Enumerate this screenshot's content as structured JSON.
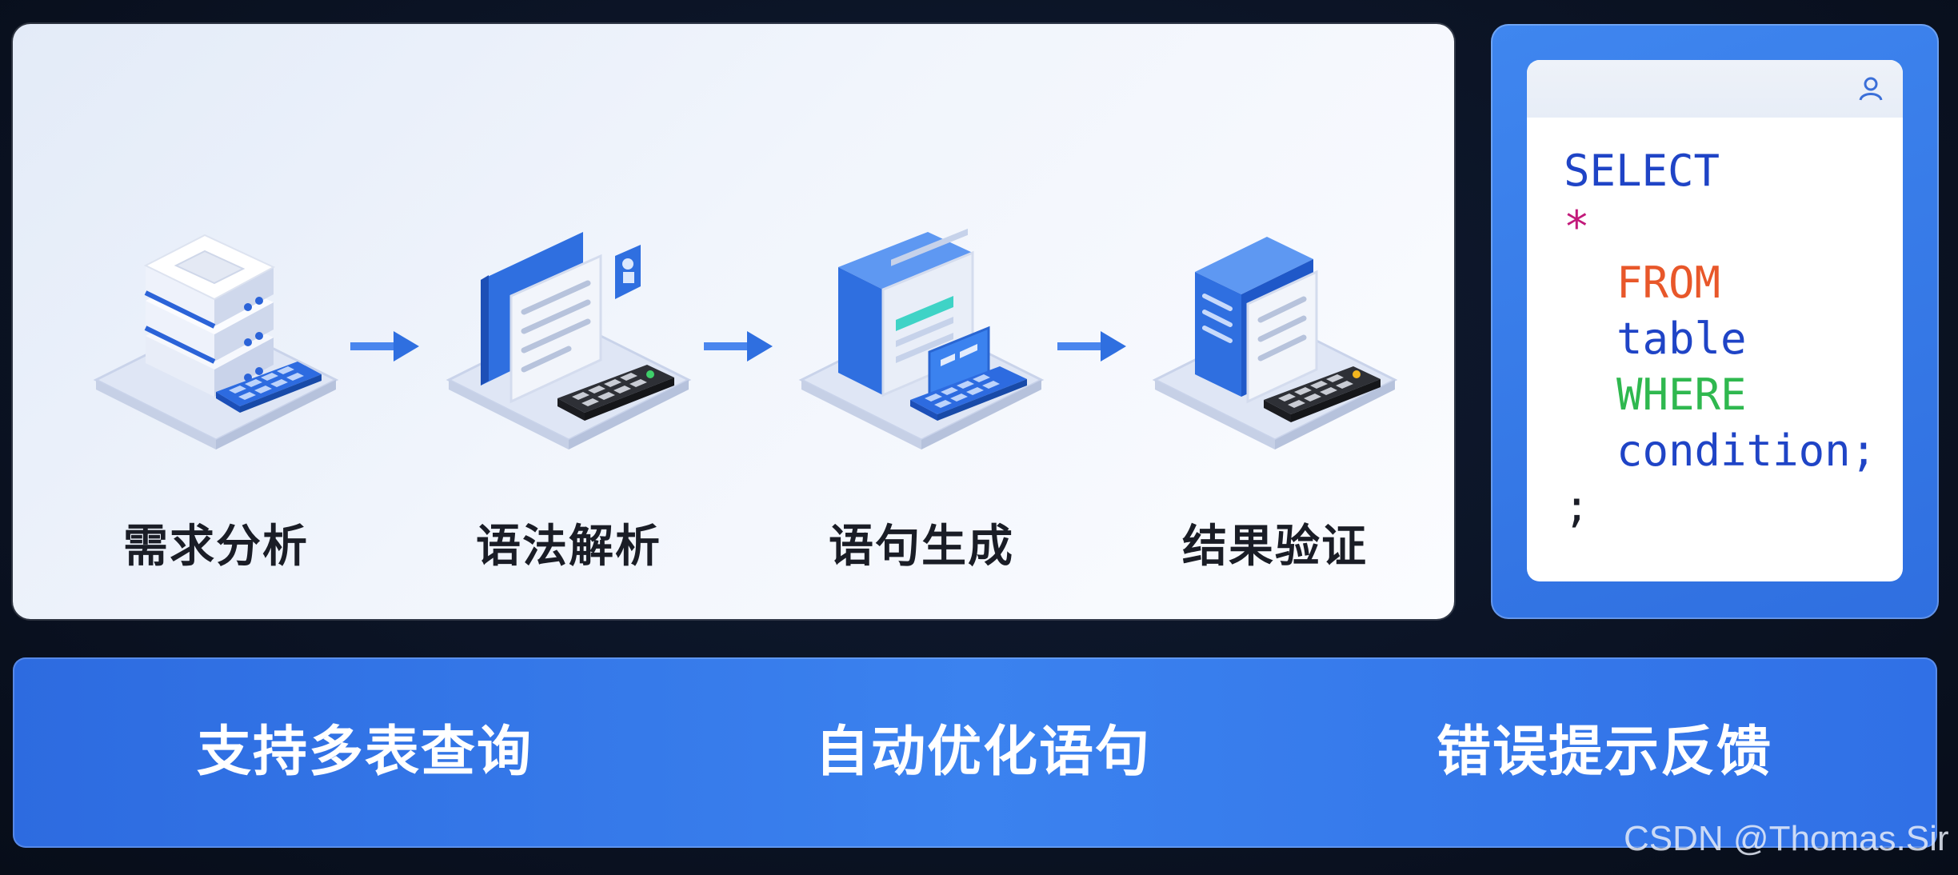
{
  "flow": {
    "steps": [
      {
        "label": "需求分析",
        "icon": "database-server-icon"
      },
      {
        "label": "语法解析",
        "icon": "document-parse-icon"
      },
      {
        "label": "语句生成",
        "icon": "code-generate-icon"
      },
      {
        "label": "结果验证",
        "icon": "verify-document-icon"
      }
    ]
  },
  "code_card": {
    "icon": "user-icon",
    "lines": [
      "SELECT",
      "*",
      "FROM",
      "table",
      "WHERE",
      "condition;",
      ";"
    ],
    "colors": {
      "keyword_blue": "#1f44c6",
      "star": "#c2197a",
      "from": "#e8572a",
      "where": "#2fb84f"
    }
  },
  "features": [
    "支持多表查询",
    "自动优化语句",
    "错误提示反馈"
  ],
  "watermark": "CSDN @Thomas.Sir",
  "colors": {
    "accent": "#3b82ef",
    "panel_bg": "#f1f5fc",
    "page_bg": "#0b1324"
  }
}
